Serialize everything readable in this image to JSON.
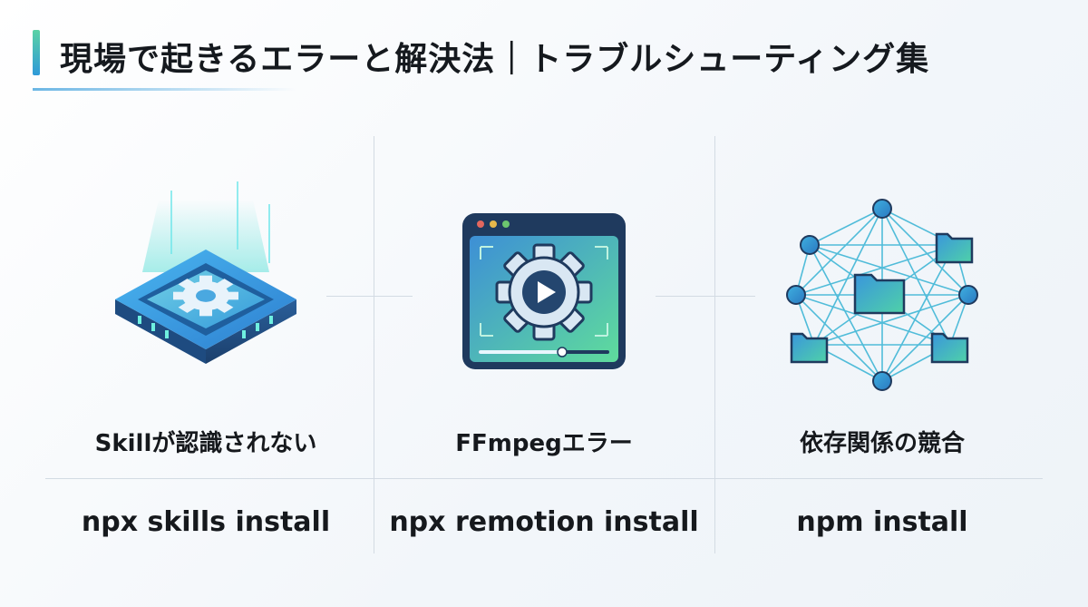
{
  "header": {
    "title": "現場で起きるエラーと解決法｜トラブルシューティング集"
  },
  "columns": [
    {
      "icon": "gear-chip-icon",
      "label": "Skillが認識されない",
      "command": "npx skills install"
    },
    {
      "icon": "video-gear-window-icon",
      "label": "FFmpegエラー",
      "command": "npx remotion install"
    },
    {
      "icon": "folder-network-icon",
      "label": "依存関係の競合",
      "command": "npm install"
    }
  ],
  "colors": {
    "accent_green": "#5ad2a5",
    "accent_blue": "#2f9ad8",
    "divider": "#d3dbe3"
  }
}
